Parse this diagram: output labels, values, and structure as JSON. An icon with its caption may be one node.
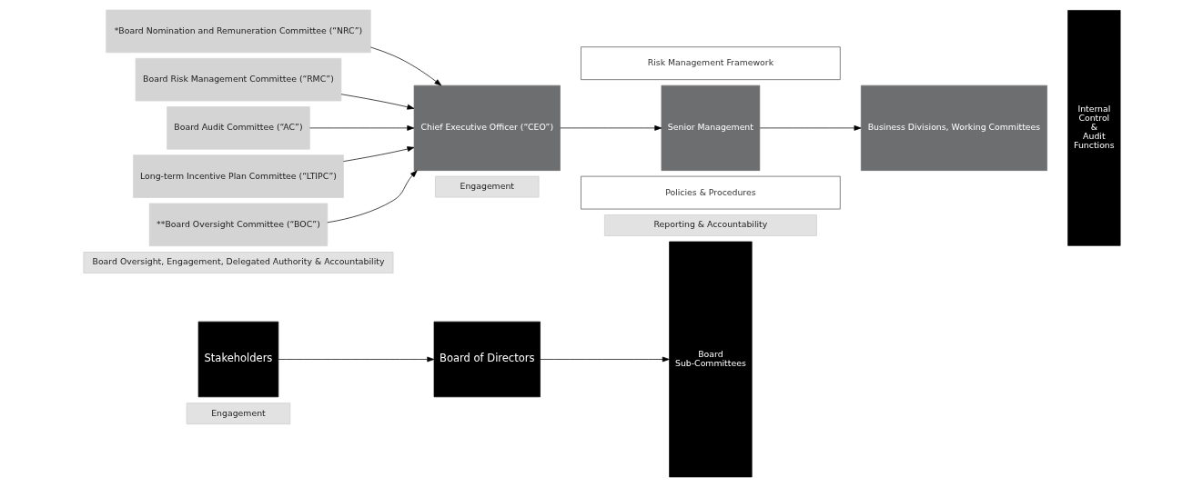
{
  "diagram": {
    "nodes": [
      {
        "text": [
          "Stakeholders"
        ]
      },
      {
        "text": [
          "Board of Directors"
        ]
      },
      {
        "text": [
          "Board Sub-Committees"
        ]
      },
      {
        "text": [
          "*Board Nomination and Remuneration Committee (“NRC”)"
        ]
      },
      {
        "text": [
          "Board Risk Management Committee (“RMC”)"
        ]
      },
      {
        "text": [
          "Board Audit Committee (“AC”)"
        ]
      },
      {
        "text": [
          "Long-term Incentive Plan Committee (“LTIPC”)"
        ]
      },
      {
        "text": [
          "**Board Oversight Committee (“BOC”)"
        ]
      },
      {
        "text": [
          "Risk Management Framework"
        ]
      },
      {
        "text": [
          "Chief Executive Officer (“CEO”)"
        ]
      },
      {
        "text": [
          "Senior Management"
        ]
      },
      {
        "text": [
          "Business Divisions, Working Committees"
        ]
      },
      {
        "text": [
          "Policies & Procedures"
        ]
      },
      {
        "text": [
          "Internal Control & Audit Functions"
        ]
      },
      {
        "text": [
          "Engagement"
        ]
      },
      {
        "text": [
          "Board Oversight, Engagement, Delegated Authority & Accountability"
        ]
      },
      {
        "text": [
          "Engagement"
        ]
      },
      {
        "text": [
          "Reporting & Accountability"
        ]
      }
    ],
    "edges": [
      {
        "from": 0,
        "to": 1,
        "arrow": "to"
      },
      {
        "from": 1,
        "to": 2,
        "arrow": "to"
      },
      {
        "from": 3,
        "to": 9,
        "arrow": "to"
      },
      {
        "from": 4,
        "to": 9,
        "arrow": "to"
      },
      {
        "from": 5,
        "to": 9,
        "arrow": "to"
      },
      {
        "from": 6,
        "to": 9,
        "arrow": "to"
      },
      {
        "from": 7,
        "to": 9,
        "arrow": "to"
      },
      {
        "from": 9,
        "to": 10,
        "arrow": "to"
      },
      {
        "from": 10,
        "to": 11,
        "arrow": "to"
      }
    ]
  }
}
